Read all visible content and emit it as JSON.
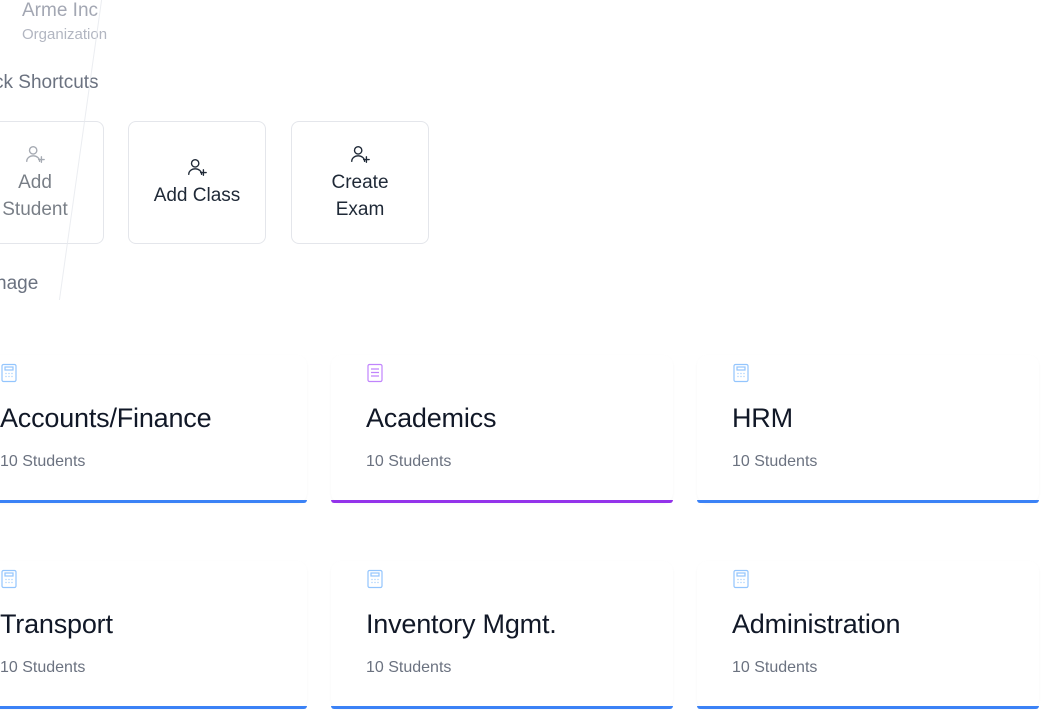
{
  "organization": {
    "name": "Arme Inc",
    "subtitle": "Organization"
  },
  "sections": {
    "shortcuts_title": "ck Shortcuts",
    "manage_title": "nage"
  },
  "shortcuts": [
    {
      "label": "Add Student",
      "icon": "user-plus-icon"
    },
    {
      "label": "Add Class",
      "icon": "user-plus-icon"
    },
    {
      "label": "Create Exam",
      "icon": "user-plus-icon"
    }
  ],
  "modules": [
    {
      "title": "Accounts/Finance",
      "subtitle": "10 Students",
      "icon": "calculator-icon",
      "accent": "#3b82f6"
    },
    {
      "title": "Academics",
      "subtitle": "10 Students",
      "icon": "document-icon",
      "accent": "#9333ea"
    },
    {
      "title": "HRM",
      "subtitle": "10 Students",
      "icon": "calculator-icon",
      "accent": "#3b82f6"
    },
    {
      "title": "Transport",
      "subtitle": "10 Students",
      "icon": "calculator-icon",
      "accent": "#3b82f6"
    },
    {
      "title": "Inventory Mgmt.",
      "subtitle": "10 Students",
      "icon": "calculator-icon",
      "accent": "#3b82f6"
    },
    {
      "title": "Administration",
      "subtitle": "10 Students",
      "icon": "calculator-icon",
      "accent": "#3b82f6"
    }
  ],
  "colors": {
    "blue_accent": "#3b82f6",
    "purple_accent": "#9333ea",
    "blue_icon": "#93c5fd",
    "purple_icon": "#c084fc"
  }
}
